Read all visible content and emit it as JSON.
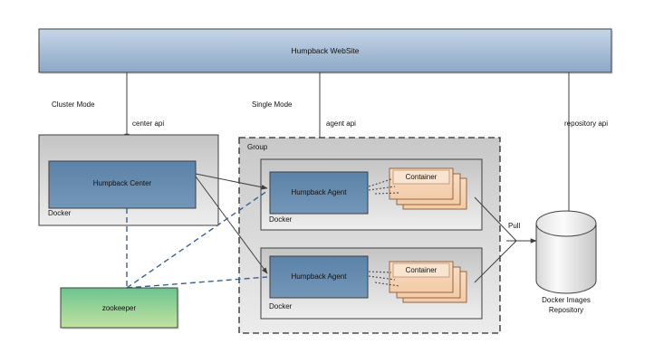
{
  "diagram": {
    "title_box": {
      "label": "Humpback WebSite"
    },
    "mode_labels": [
      {
        "name": "cluster-mode-label",
        "text": "Cluster Mode"
      },
      {
        "name": "single-mode-label",
        "text": "Single Mode"
      }
    ],
    "api_labels": [
      {
        "name": "center-api-label",
        "text": "center api"
      },
      {
        "name": "agent-api-label",
        "text": "agent api"
      },
      {
        "name": "repository-api-label",
        "text": "repository api"
      }
    ],
    "cluster": {
      "docker_label": "Docker",
      "center_label": "Humpback Center"
    },
    "group": {
      "group_label": "Group",
      "nodes": [
        {
          "docker_label": "Docker",
          "agent_label": "Humpback Agent",
          "container_label": "Container"
        },
        {
          "docker_label": "Docker",
          "agent_label": "Humpback Agent",
          "container_label": "Container"
        }
      ]
    },
    "zookeeper": {
      "label": "zookeeper"
    },
    "repository": {
      "pull_label": "Pull",
      "label_line1": "Docker Images",
      "label_line2": "Repository"
    },
    "colors": {
      "website_top": "#c3d3e6",
      "website_bottom": "#8fa9c6",
      "node_top": "#5b82a8",
      "node_bottom": "#6e93b5",
      "container_fill": "#f6d3b4",
      "container_band": "#f9e3cf",
      "zookeeper_top": "#6dc48e",
      "zookeeper_bottom": "#bfe0a0",
      "docker_fill_top": "#c6c6c6",
      "docker_fill_bottom": "#ededed",
      "group_fill_top": "#c9c9c9",
      "group_fill_bottom": "#ebebeb",
      "cylinder_light": "#fbfbfb",
      "cylinder_dark": "#c9c9c9",
      "stroke_dark": "#3f3f3f",
      "dashed_blue": "#3a6291"
    }
  }
}
